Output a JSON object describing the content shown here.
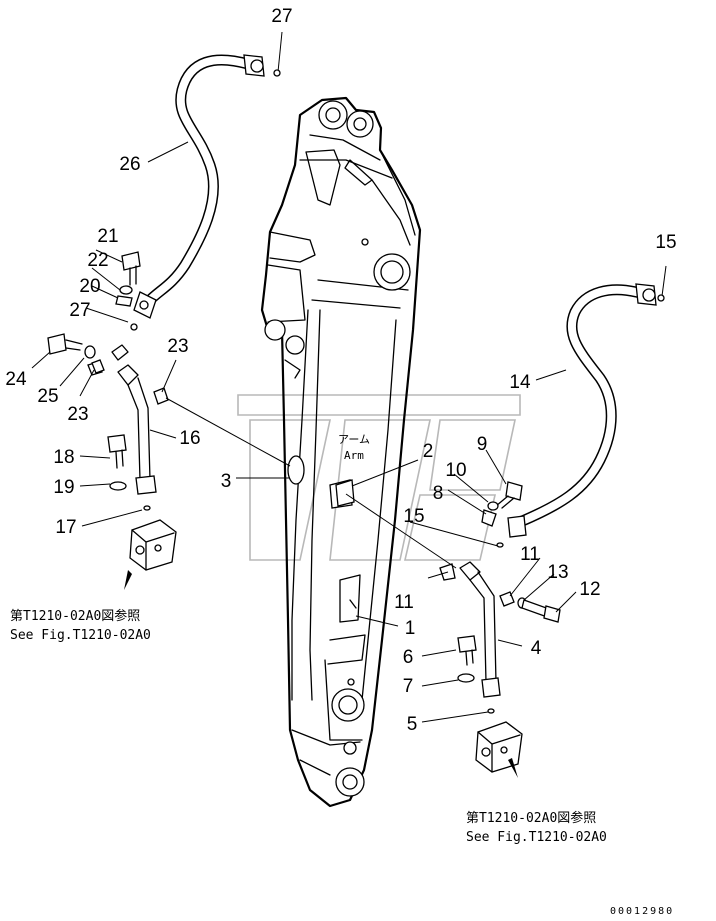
{
  "labels": {
    "n1": "1",
    "n2": "2",
    "n3": "3",
    "n4": "4",
    "n5": "5",
    "n6": "6",
    "n7": "7",
    "n8": "8",
    "n9": "9",
    "n10": "10",
    "n11a": "11",
    "n11b": "11",
    "n12": "12",
    "n13": "13",
    "n14": "14",
    "n15a": "15",
    "n15b": "15",
    "n16": "16",
    "n17": "17",
    "n18": "18",
    "n19": "19",
    "n20": "20",
    "n21": "21",
    "n22": "22",
    "n23a": "23",
    "n23b": "23",
    "n24": "24",
    "n25": "25",
    "n26": "26",
    "n27a": "27",
    "n27b": "27"
  },
  "arm_label": {
    "jp": "アーム",
    "en": "Arm"
  },
  "ref_left": {
    "jp": "第T1210-02A0図参照",
    "en": "See Fig.T1210-02A0"
  },
  "ref_right": {
    "jp": "第T1210-02A0図参照",
    "en": "See Fig.T1210-02A0"
  },
  "drawing_code": "00012980"
}
